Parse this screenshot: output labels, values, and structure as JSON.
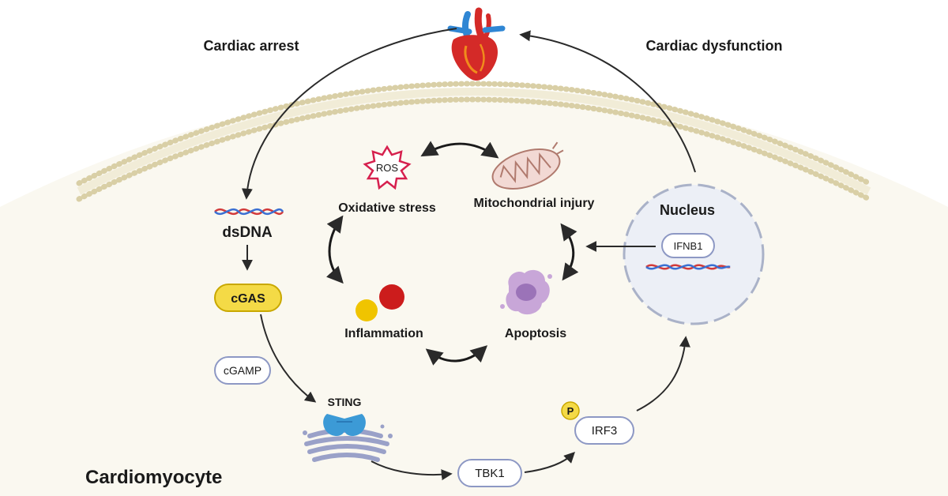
{
  "labels": {
    "cardiac_arrest": "Cardiac arrest",
    "cardiac_dysfunction": "Cardiac dysfunction",
    "dsdna": "dsDNA",
    "cgas": "cGAS",
    "cgamp": "cGAMP",
    "sting": "STING",
    "tbk1": "TBK1",
    "p": "P",
    "irf3": "IRF3",
    "nucleus": "Nucleus",
    "ifnb1": "IFNB1",
    "ros": "ROS",
    "oxidative_stress": "Oxidative stress",
    "mitochondrial_injury": "Mitochondrial injury",
    "inflammation": "Inflammation",
    "apoptosis": "Apoptosis",
    "cardiomyocyte": "Cardiomyocyte"
  },
  "colors": {
    "cell_fill": "#faf8f0",
    "membrane_dots": "#d9cfa6",
    "arrow": "#2a2a2a",
    "cgas_fill": "#f4da46",
    "cgas_stroke": "#c9a800",
    "pill_fill": "#ffffff",
    "pill_stroke": "#8d98c4",
    "nucleus_fill": "#eceff6",
    "nucleus_stroke": "#aab2c8",
    "ros_star": "#d6204e",
    "mito_fill": "#f2d9d4",
    "mito_stroke": "#b07a6e",
    "apoptosis_fill": "#c8a6d8",
    "apoptosis_core": "#9b73b8",
    "inflam_yellow": "#f0c400",
    "inflam_red": "#cc1c1c",
    "sting_blue": "#3c9ad6",
    "golgi": "#9aa1c8",
    "dna_red": "#d23a3a",
    "dna_blue": "#3a6fd2",
    "heart_red": "#d42a28",
    "heart_blue": "#2f86d4",
    "heart_orange": "#f08c1c"
  }
}
